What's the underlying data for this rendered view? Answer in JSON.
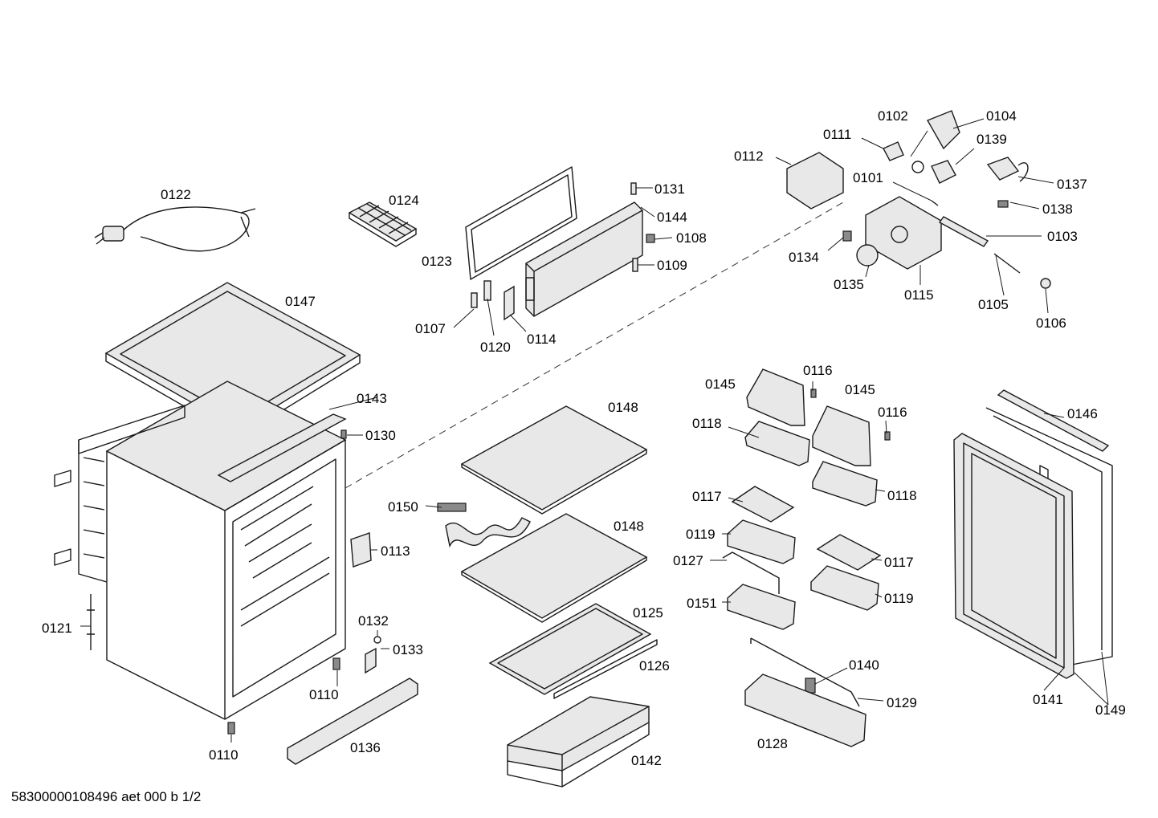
{
  "parts": [
    "0122",
    "0124",
    "0123",
    "0131",
    "0144",
    "0108",
    "0109",
    "0107",
    "0120",
    "0114",
    "0147",
    "0143",
    "0130",
    "0113",
    "0121",
    "0110",
    "0132",
    "0133",
    "0136",
    "0104",
    "0102",
    "0111",
    "0139",
    "0112",
    "0137",
    "0101",
    "0138",
    "0103",
    "0134",
    "0115",
    "0135",
    "0105",
    "0106",
    "0148",
    "0150",
    "0125",
    "0126",
    "0142",
    "0145",
    "0116",
    "0118",
    "0117",
    "0119",
    "0127",
    "0151",
    "0140",
    "0129",
    "0128",
    "0146",
    "0141",
    "0149"
  ],
  "footer": "58300000108496 aet 000 b 1/2"
}
